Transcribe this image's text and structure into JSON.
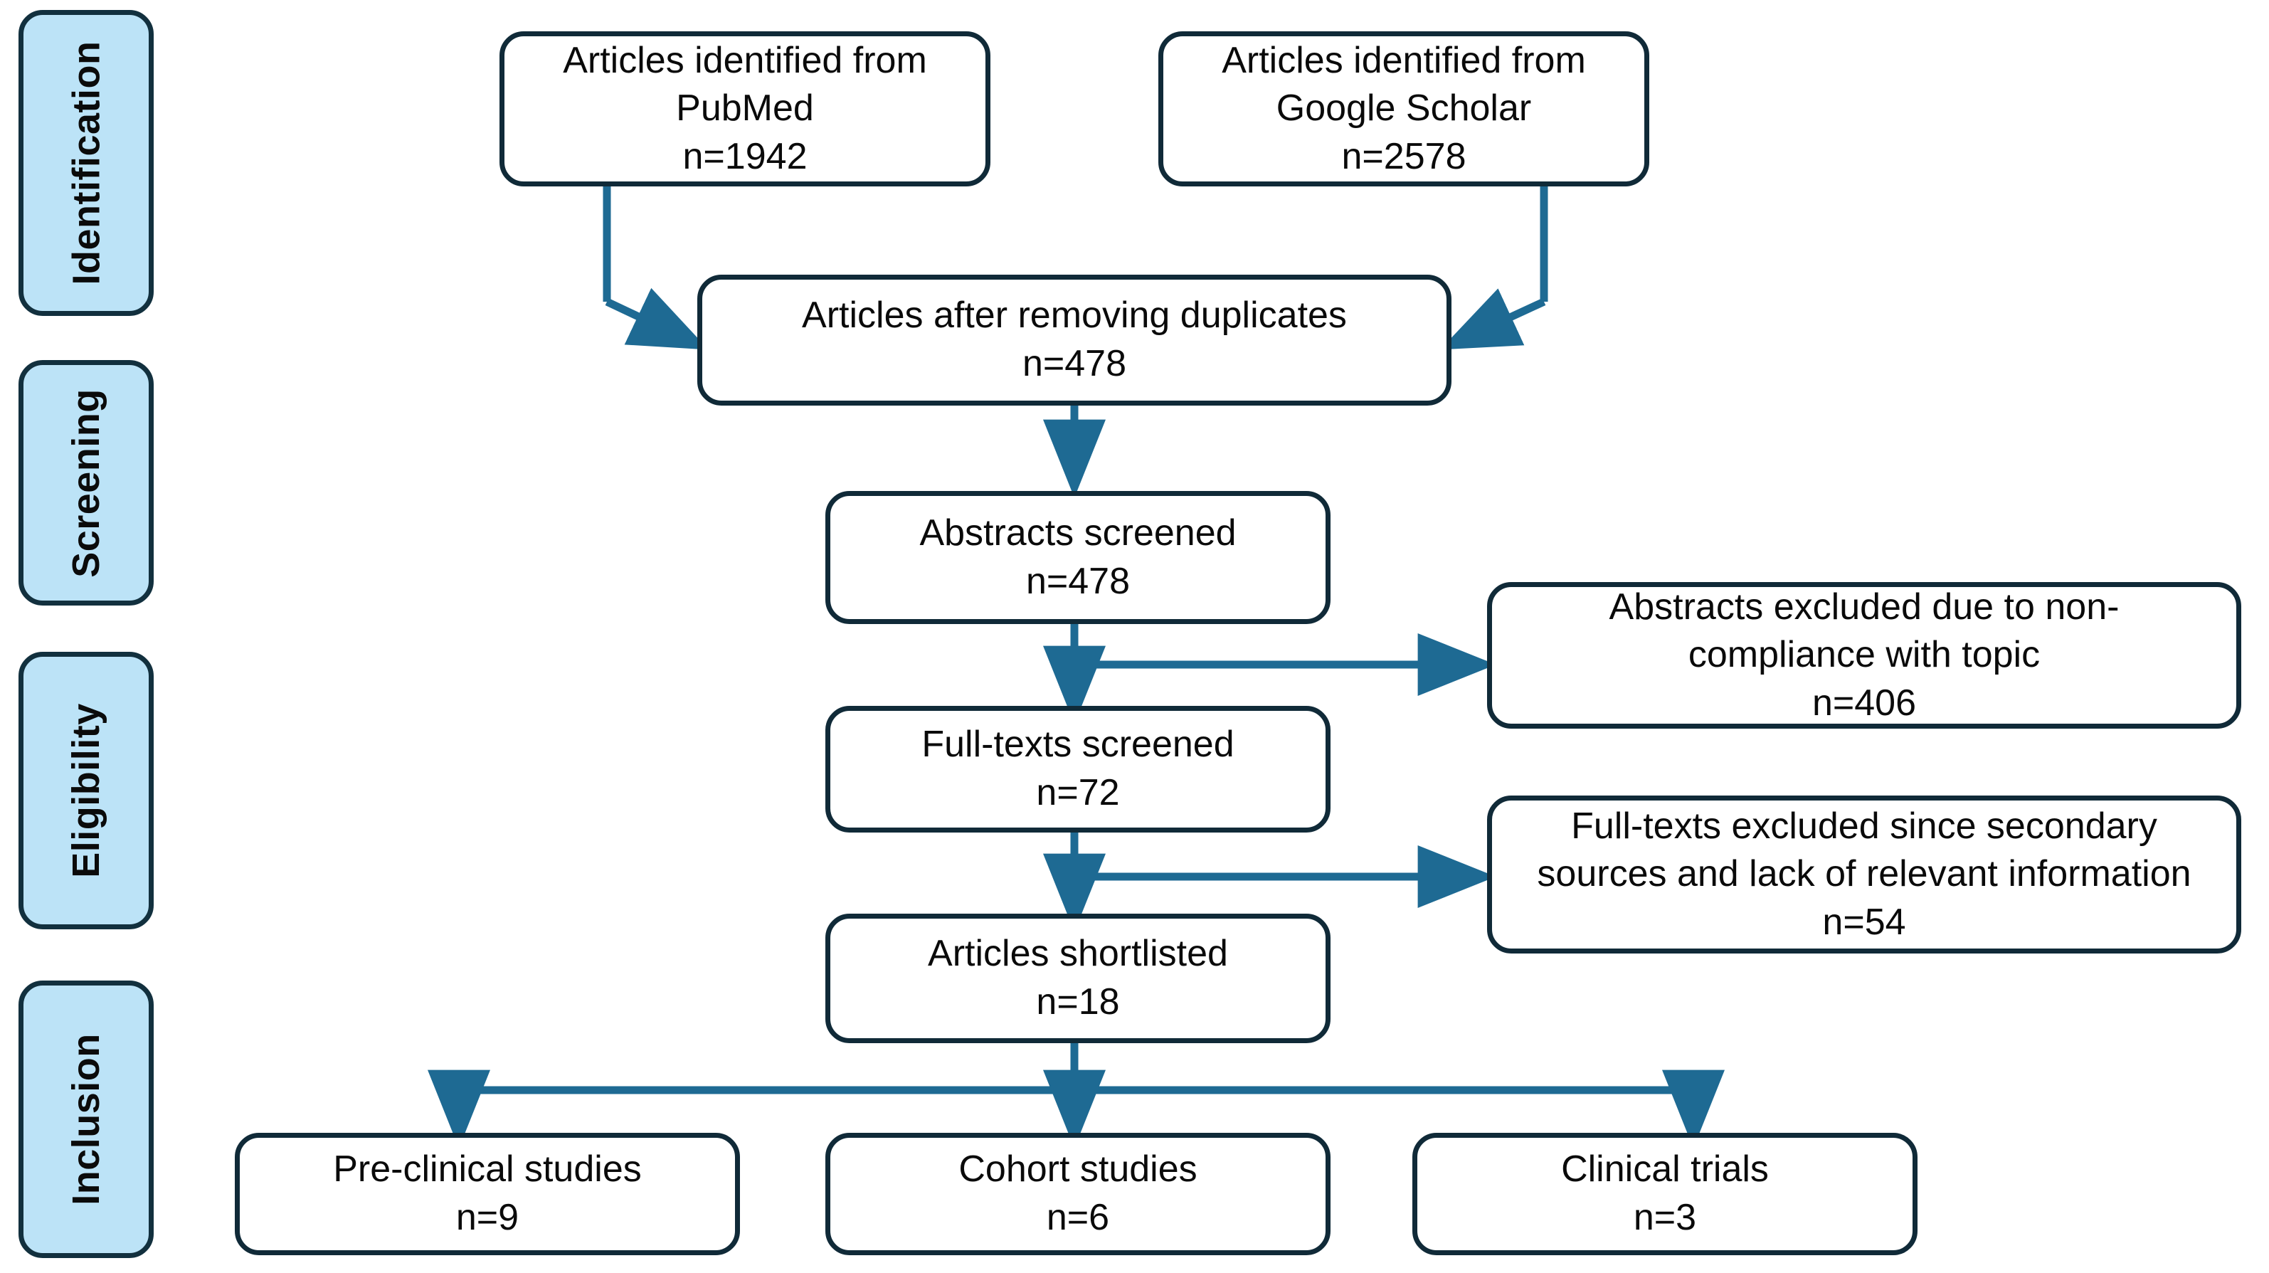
{
  "diagram": {
    "type": "prisma-flow-diagram",
    "accent_connector_color": "#1E6A93",
    "box_border_color": "#102A38",
    "phase_fill_color": "#BCE3F7",
    "background_color": "#FFFFFF"
  },
  "phases": [
    {
      "id": "identification",
      "label": "Identification"
    },
    {
      "id": "screening",
      "label": "Screening"
    },
    {
      "id": "eligibility",
      "label": "Eligibility"
    },
    {
      "id": "inclusion",
      "label": "Inclusion"
    }
  ],
  "boxes": {
    "pubmed": {
      "line1": "Articles identified from",
      "line2": "PubMed",
      "count": "n=1942"
    },
    "google_scholar": {
      "line1": "Articles identified from",
      "line2": "Google Scholar",
      "count": "n=2578"
    },
    "duplicates": {
      "line1": "Articles after removing duplicates",
      "count": "n=478"
    },
    "abstracts_screened": {
      "line1": "Abstracts screened",
      "count": "n=478"
    },
    "abstracts_excluded": {
      "line1": "Abstracts excluded due to non-",
      "line2": "compliance with topic",
      "count": "n=406"
    },
    "fulltexts_screened": {
      "line1": "Full-texts screened",
      "count": "n=72"
    },
    "fulltexts_excluded": {
      "line1": "Full-texts excluded since secondary",
      "line2": "sources and lack of relevant information",
      "count": "n=54"
    },
    "shortlisted": {
      "line1": "Articles shortlisted",
      "count": "n=18"
    },
    "preclinical": {
      "line1": "Pre-clinical studies",
      "count": "n=9"
    },
    "cohort": {
      "line1": "Cohort studies",
      "count": "n=6"
    },
    "clinical_trials": {
      "line1": "Clinical trials",
      "count": "n=3"
    }
  },
  "chart_data": {
    "type": "diagram",
    "title": "PRISMA study selection flow",
    "nodes": [
      {
        "id": "pubmed",
        "stage": "Identification",
        "label": "Articles identified from PubMed",
        "n": 1942
      },
      {
        "id": "google_scholar",
        "stage": "Identification",
        "label": "Articles identified from Google Scholar",
        "n": 2578
      },
      {
        "id": "duplicates",
        "stage": "Identification",
        "label": "Articles after removing duplicates",
        "n": 478
      },
      {
        "id": "abstracts_screened",
        "stage": "Screening",
        "label": "Abstracts screened",
        "n": 478
      },
      {
        "id": "abstracts_excluded",
        "stage": "Screening",
        "label": "Abstracts excluded due to non-compliance with topic",
        "n": 406
      },
      {
        "id": "fulltexts_screened",
        "stage": "Eligibility",
        "label": "Full-texts screened",
        "n": 72
      },
      {
        "id": "fulltexts_excluded",
        "stage": "Eligibility",
        "label": "Full-texts excluded since secondary sources and lack of relevant information",
        "n": 54
      },
      {
        "id": "shortlisted",
        "stage": "Eligibility",
        "label": "Articles shortlisted",
        "n": 18
      },
      {
        "id": "preclinical",
        "stage": "Inclusion",
        "label": "Pre-clinical studies",
        "n": 9
      },
      {
        "id": "cohort",
        "stage": "Inclusion",
        "label": "Cohort studies",
        "n": 6
      },
      {
        "id": "clinical_trials",
        "stage": "Inclusion",
        "label": "Clinical trials",
        "n": 3
      }
    ],
    "edges": [
      {
        "from": "pubmed",
        "to": "duplicates"
      },
      {
        "from": "google_scholar",
        "to": "duplicates"
      },
      {
        "from": "duplicates",
        "to": "abstracts_screened"
      },
      {
        "from": "abstracts_screened",
        "to": "fulltexts_screened"
      },
      {
        "from": "abstracts_screened",
        "to": "abstracts_excluded"
      },
      {
        "from": "fulltexts_screened",
        "to": "shortlisted"
      },
      {
        "from": "fulltexts_screened",
        "to": "fulltexts_excluded"
      },
      {
        "from": "shortlisted",
        "to": "preclinical"
      },
      {
        "from": "shortlisted",
        "to": "cohort"
      },
      {
        "from": "shortlisted",
        "to": "clinical_trials"
      }
    ]
  }
}
